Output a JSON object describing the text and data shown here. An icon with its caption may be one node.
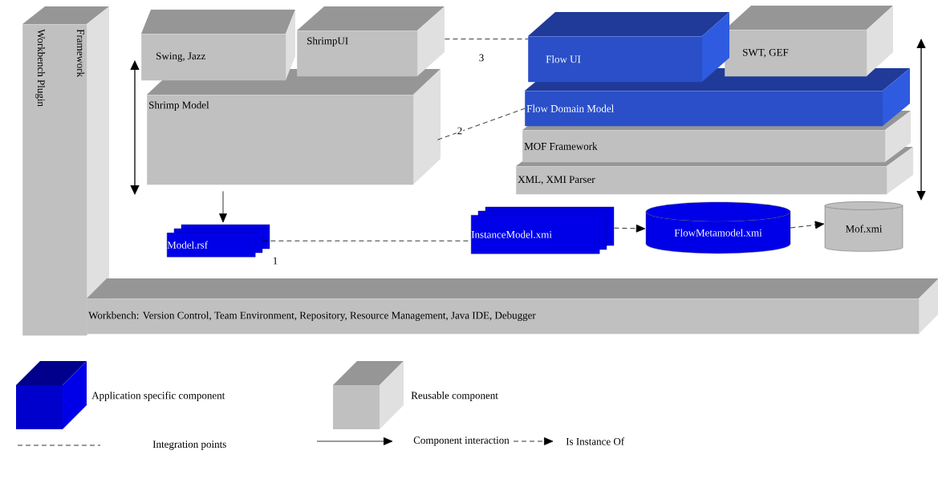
{
  "diagram": {
    "nodes": [
      {
        "text": [
          "Workbench Plugin",
          "Framework"
        ]
      },
      {
        "text": [
          "Swing, Jazz"
        ]
      },
      {
        "text": [
          "ShrimpUI"
        ]
      },
      {
        "text": [
          "Shrimp Model"
        ]
      },
      {
        "text": [
          "Flow UI"
        ]
      },
      {
        "text": [
          "SWT, GEF"
        ]
      },
      {
        "text": [
          "Flow Domain Model"
        ]
      },
      {
        "text": [
          "MOF Framework"
        ]
      },
      {
        "text": [
          "XML, XMI Parser"
        ]
      },
      {
        "text": [
          "Model.rsf"
        ]
      },
      {
        "text": [
          "InstanceModel.xmi"
        ]
      },
      {
        "text": [
          "FlowMetamodel.xmi"
        ]
      },
      {
        "text": [
          "Mof.xmi"
        ]
      },
      {
        "text": [
          "Workbench: Version Control, Team Environment, Repository, Resource Management, Java IDE, Debugger"
        ]
      }
    ],
    "edges": [
      {
        "from": 2,
        "to": 4,
        "arrow": "none",
        "style": "dashed",
        "label": "3"
      },
      {
        "from": 3,
        "to": 6,
        "arrow": "none",
        "style": "dashed",
        "label": "2"
      },
      {
        "from": 9,
        "to": 10,
        "arrow": "none",
        "style": "dashed",
        "label": "1"
      },
      {
        "from": 10,
        "to": 11,
        "arrow": "to",
        "style": "dashed"
      },
      {
        "from": 11,
        "to": 12,
        "arrow": "to",
        "style": "dashed"
      },
      {
        "from": 3,
        "to": 9,
        "arrow": "to"
      }
    ],
    "legend": [
      {
        "text": "Application specific component",
        "color": "#0000cc"
      },
      {
        "text": "Reusable component",
        "color": "#c0c0c0"
      },
      {
        "text": "Integration points"
      },
      {
        "text": "Component interaction"
      },
      {
        "text": "Is Instance Of"
      }
    ]
  }
}
